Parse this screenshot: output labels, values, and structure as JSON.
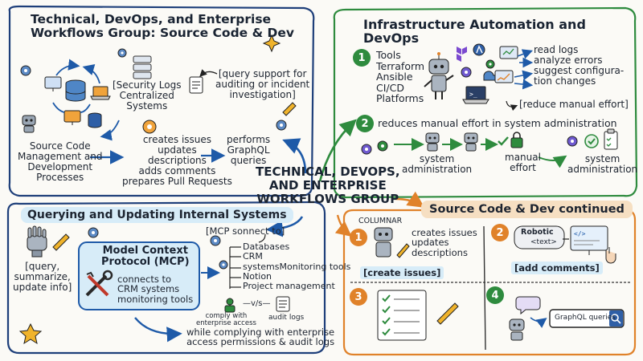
{
  "center_title": "TECHNICAL, DEVOPS,\nAND ENTERPRISE\nWORKFLOWS GROUP",
  "top_left": {
    "title": "Technical, DevOps, and Enterprise\nWorkflows Group: Source Code & Dev",
    "security_logs": "[Security Logs\nCentralized\nSystems",
    "query_support": "[query support for\nauditing or incident\ninvestigation]",
    "source_code": "Source Code\nManagement and\nDevelopment\nProcesses",
    "creates_issues": "creates issues\nupdates\ndescriptions\nadds comments\nprepares Pull Requests",
    "performs": "performs\nGraphQL\nqueries"
  },
  "top_right": {
    "title": "Infrastructure Automation and DevOps",
    "step1_num": "1",
    "tools": "Tools\nTerraform\nAnsible\nCI/CD\nPlatforms",
    "actions": "read logs\nanalyze errors\nsuggest configura-\ntion changes",
    "reduce_bracket": "[reduce manual effort]",
    "step2_num": "2",
    "step2_text": "reduces manual effort in system administration",
    "sysadmin_left": "system\nadministration",
    "manual_effort": "manual\neffort",
    "sysadmin_right": "system\nadministration"
  },
  "bottom_left": {
    "title": "Querying and Updating Internal Systems",
    "query_label": "[query,\nsummarize,\nupdate info]",
    "mcp_title": "Model Context\nProtocol (MCP)",
    "connects": "connects to\nCRM systems\nmonitoring tools",
    "mcp_connect": "[MCP sonnect to]",
    "systems": "Databases\nCRM\nsystemsMonitoring tools\nNotion\nProject management",
    "comply_small": "comply with\nenterprise access",
    "vs": "—v/s—",
    "audit_logs": "audit logs",
    "complying": "while complying with enterprise\naccess permissions & audit logs"
  },
  "bottom_right": {
    "title": "Source Code & Dev continued",
    "columnar": "COLUMNAR",
    "n1": "1",
    "creates_issues": "creates issues\nupdates\ndescriptions",
    "create_issues_bracket": "[create issues]",
    "n2": "2",
    "robotic": "Robotic",
    "text_tag": "<text>",
    "add_comments": "[add comments]",
    "n3": "3",
    "n4": "4",
    "graphql_search": "GraphQL queries"
  }
}
